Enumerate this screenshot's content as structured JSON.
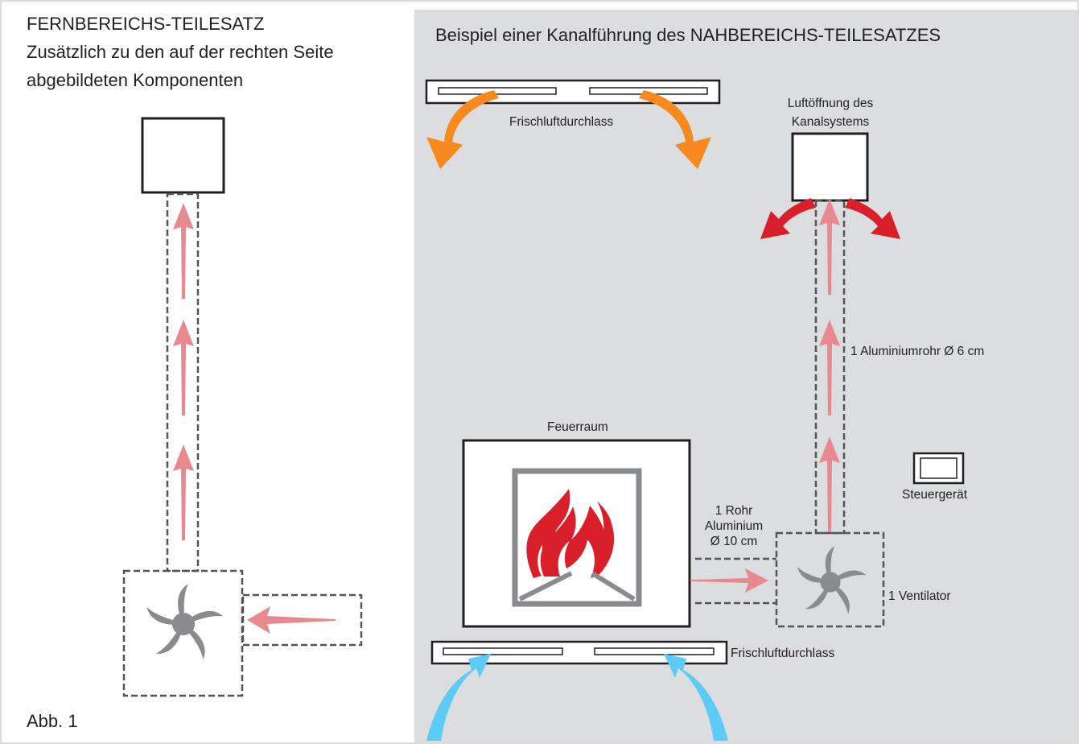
{
  "left_panel": {
    "title": "FERNBEREICHS-TEILESATZ",
    "subtitle_line1": "Zusätzlich zu den auf der rechten Seite",
    "subtitle_line2": "abgebildeten Komponenten",
    "figure_label": "Abb. 1"
  },
  "right_panel": {
    "title": "Beispiel einer Kanalführung des NAHBEREICHS-TEILESATZES",
    "fresh_air_top": "Frischluftdurchlass",
    "outlet_line1": "Luftöffnung des",
    "outlet_line2": "Kanalsystems",
    "aluminium_pipe_6": "1 Aluminiumrohr Ø 6 cm",
    "firebox": "Feuerraum",
    "control_unit": "Steuergerät",
    "pipe_10_line1": "1 Rohr",
    "pipe_10_line2": "Aluminium",
    "pipe_10_line3": "Ø 10 cm",
    "fan": "1 Ventilator",
    "fresh_air_bottom": "Frischluftdurchlass"
  },
  "colors": {
    "panel_gray": "#dcdddf",
    "pink_arrow": "#e8898f",
    "orange_arrow": "#f7891f",
    "red_arrow": "#d9202a",
    "blue_arrow": "#5ccbf5",
    "flame_red": "#d9202a",
    "fan_gray": "#8a8b8d",
    "dash_gray": "#555555"
  },
  "icons": [
    "fan-icon",
    "flame-icon",
    "control-unit-icon"
  ]
}
